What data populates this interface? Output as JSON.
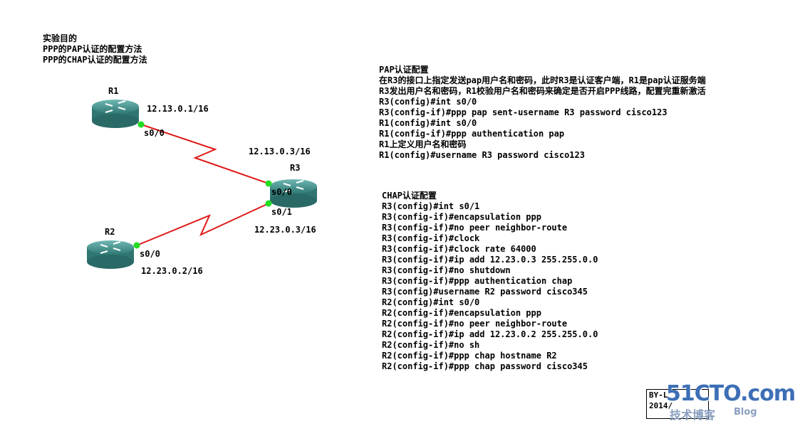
{
  "objectives": {
    "line1": "实验目的",
    "line2": "PPP的PAP认证的配置方法",
    "line3": "PPP的CHAP认证的配置方法"
  },
  "topology": {
    "r1": {
      "name": "R1",
      "ip": "12.13.0.1/16",
      "iface": "s0/0"
    },
    "r2": {
      "name": "R2",
      "ip": "12.23.0.2/16",
      "iface": "s0/0"
    },
    "r3": {
      "name": "R3",
      "ip_top": "12.13.0.3/16",
      "iface_top": "s0/0",
      "iface_bottom": "s0/1",
      "ip_bottom": "12.23.0.3/16"
    },
    "link_color": "#e01818",
    "port_color": "#22dd22",
    "router_color": "#3e8f8a"
  },
  "pap": {
    "title": "PAP认证配置",
    "lines": [
      "在R3的接口上指定发送pap用户名和密码，此时R3是认证客户端，R1是pap认证服务端",
      "R3发出用户名和密码，R1校验用户名和密码来确定是否开启PPP线路，配置完重新激活",
      "R3(config)#int s0/0",
      "R3(config-if)#ppp pap sent-username R3 password cisco123",
      "R1(config)#int s0/0",
      "R1(config-if)#ppp authentication pap",
      "R1上定义用户名和密码",
      "R1(config)#username R3 password cisco123"
    ]
  },
  "chap": {
    "title": "CHAP认证配置",
    "lines": [
      "R3(config)#int s0/1",
      "R3(config-if)#encapsulation ppp",
      "R3(config-if)#no peer neighbor-route",
      "R3(config-if)#clock",
      "R3(config-if)#clock rate 64000",
      "R3(config-if)#ip add 12.23.0.3 255.255.0.0",
      "R3(config-if)#no shutdown",
      "R3(config-if)#ppp authentication chap",
      "R3(config)#username R2 password cisco345",
      "R2(config)#int s0/0",
      "R2(config-if)#encapsulation ppp",
      "R2(config-if)#no peer neighbor-route",
      "R2(config-if)#ip add 12.23.0.2 255.255.0.0",
      "R2(config-if)#no sh",
      "R2(config-if)#ppp chap hostname R2",
      "R2(config-if)#ppp chap password cisco345"
    ]
  },
  "footer": {
    "line1": "BY-L",
    "line2": "2014/",
    "watermark": "51CTO.com",
    "watermark_sub": "技术博客",
    "watermark_blog": "Blog"
  }
}
